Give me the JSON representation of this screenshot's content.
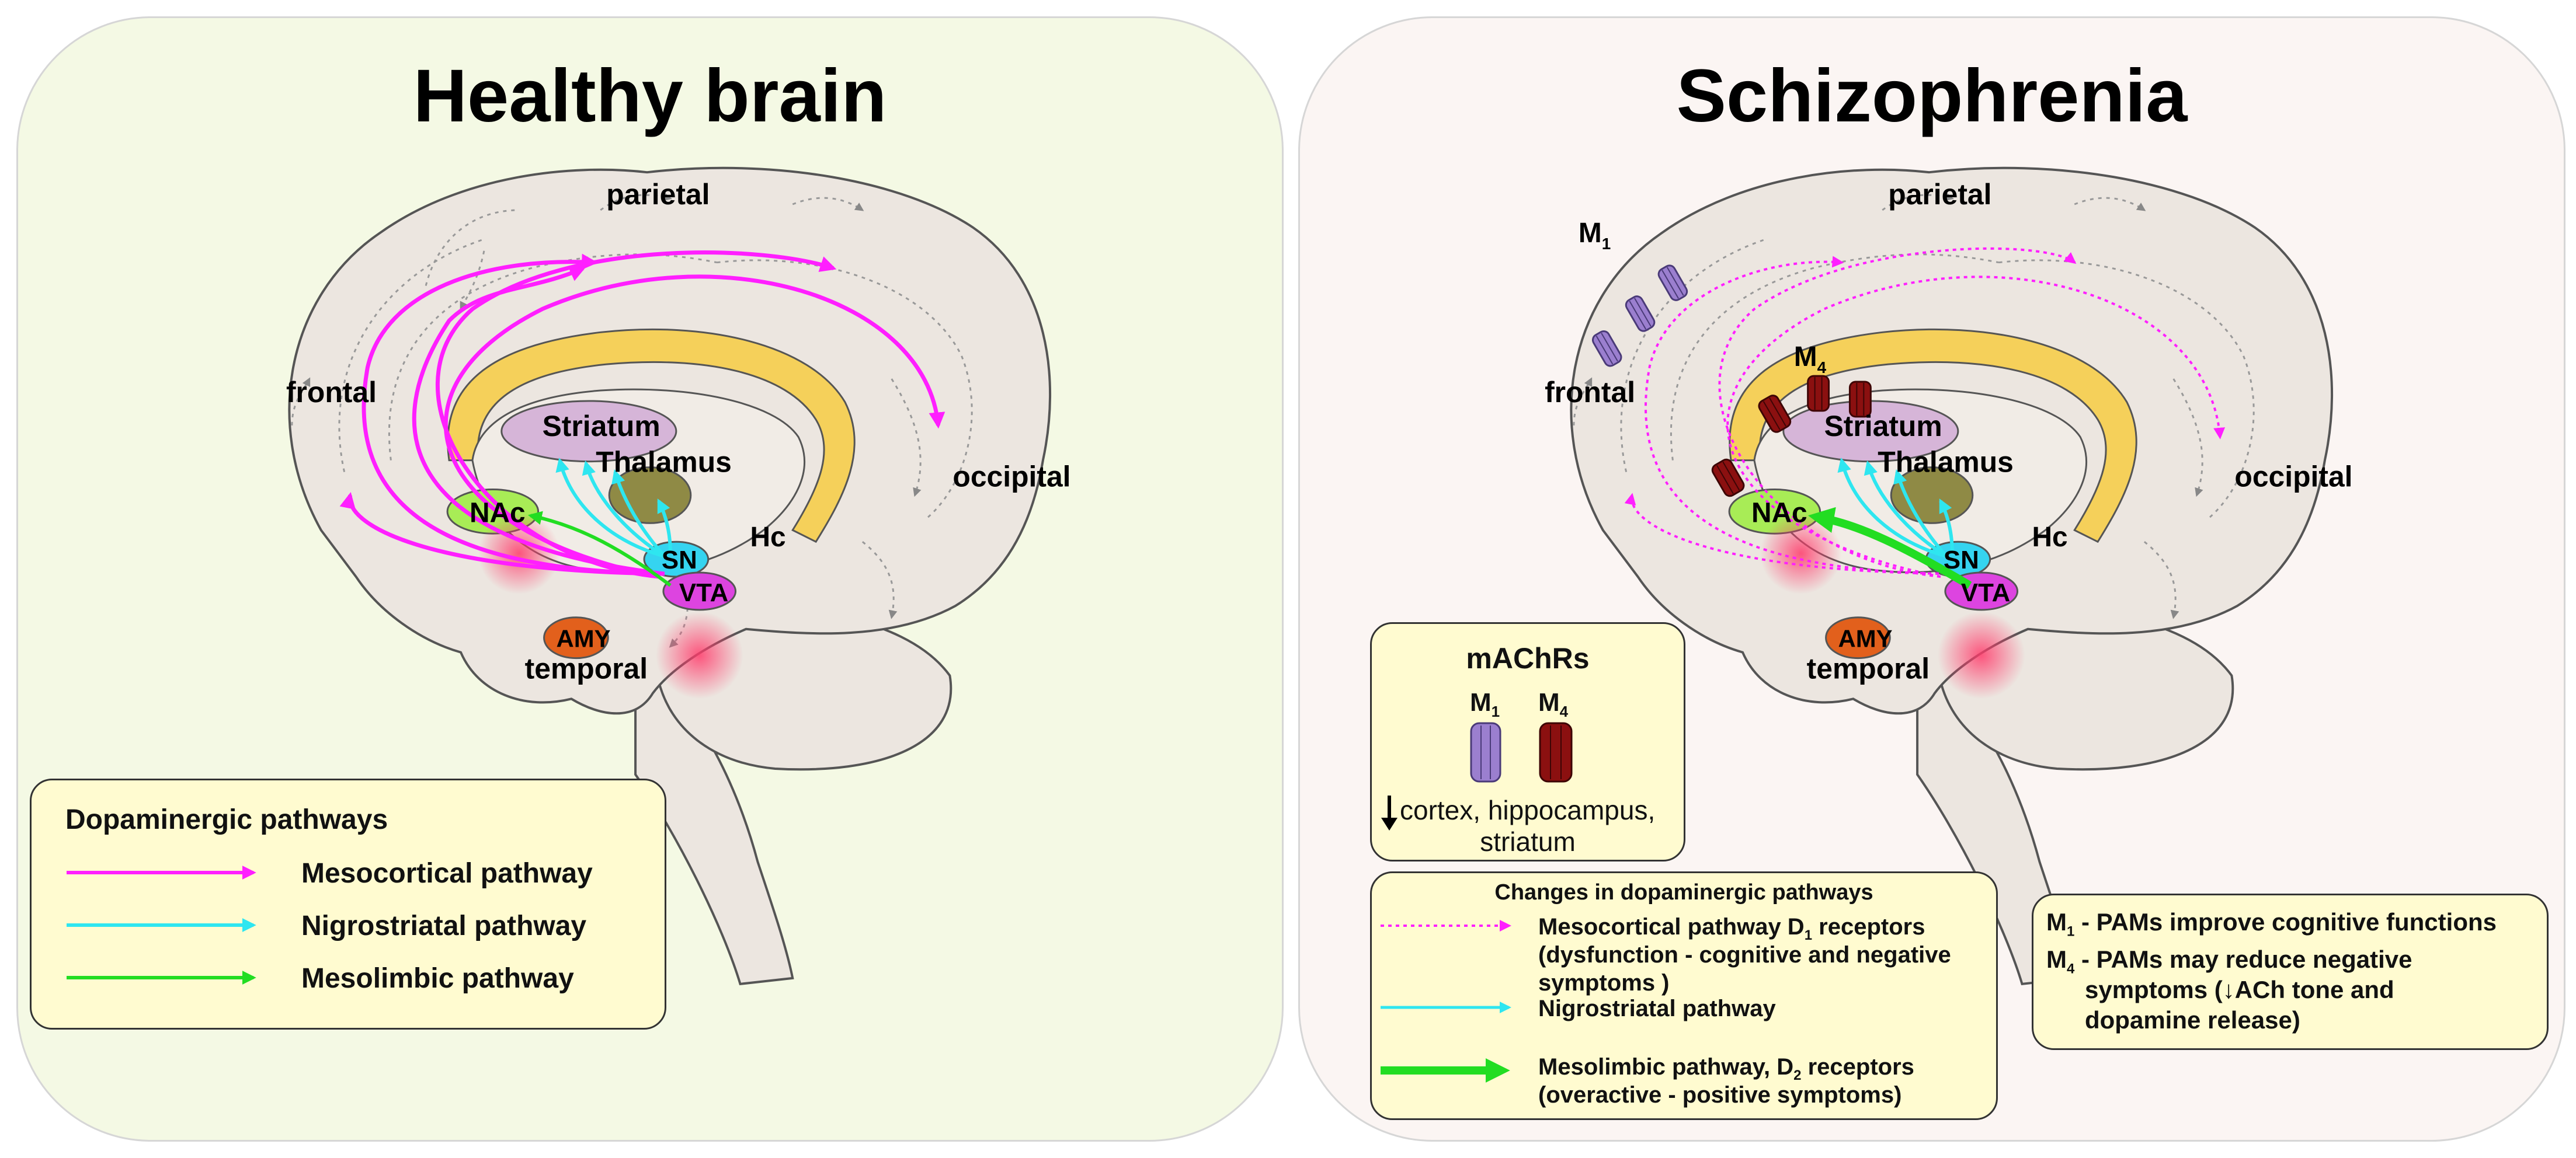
{
  "left_panel": {
    "title": "Healthy brain",
    "regions": {
      "parietal": "parietal",
      "frontal": "frontal",
      "occipital": "occipital",
      "temporal": "temporal",
      "striatum": "Striatum",
      "thalamus": "Thalamus",
      "nac": "NAc",
      "sn": "SN",
      "vta": "VTA",
      "hc": "Hc",
      "amy": "AMY"
    },
    "legend": {
      "title": "Dopaminergic pathways",
      "items": [
        {
          "label": "Mesocortical pathway",
          "color": "#ff1fff"
        },
        {
          "label": "Nigrostriatal pathway",
          "color": "#2ee6f0"
        },
        {
          "label": "Mesolimbic pathway",
          "color": "#22dd22"
        }
      ]
    }
  },
  "right_panel": {
    "title": "Schizophrenia",
    "regions": {
      "parietal": "parietal",
      "frontal": "frontal",
      "occipital": "occipital",
      "temporal": "temporal",
      "striatum": "Striatum",
      "thalamus": "Thalamus",
      "nac": "NAc",
      "sn": "SN",
      "vta": "VTA",
      "hc": "Hc",
      "amy": "AMY"
    },
    "receptor_labels": {
      "m1_main": "M",
      "m1_sub": "1",
      "m4_main": "M",
      "m4_sub": "4"
    },
    "machrs_box": {
      "title": "mAChRs",
      "m1": {
        "main": "M",
        "sub": "1"
      },
      "m4": {
        "main": "M",
        "sub": "4"
      },
      "line1": "cortex, hippocampus,",
      "line2": "striatum"
    },
    "changes_box": {
      "title": "Changes in dopaminergic pathways",
      "meso_main_a": "Mesocortical pathway D",
      "meso_sub": "1",
      "meso_main_b": " receptors",
      "meso_line2": "(dysfunction - cognitive and negative",
      "meso_line3": "symptoms )",
      "nigro": "Nigrostriatal pathway",
      "limbic_main_a": "Mesolimbic pathway, D",
      "limbic_sub": "2",
      "limbic_main_b": " receptors",
      "limbic_line2": "(overactive - positive symptoms)"
    },
    "pams_box": {
      "m1_main": "M",
      "m1_sub": "1",
      "m1_text": " - PAMs improve cognitive functions",
      "m4_main": "M",
      "m4_sub": "4",
      "m4_text_line1": " - PAMs may reduce negative",
      "m4_text_line2": "symptoms (",
      "m4_text_line2b": "ACh tone and",
      "m4_text_line3": "dopamine release)"
    }
  },
  "colors": {
    "mesocortical": "#ff1fff",
    "nigrostriatal": "#2ee6f0",
    "mesolimbic": "#22dd22",
    "m1_receptor": "#9b7fcf",
    "m4_receptor": "#8b1010",
    "box_fill": "#fffbd0"
  }
}
